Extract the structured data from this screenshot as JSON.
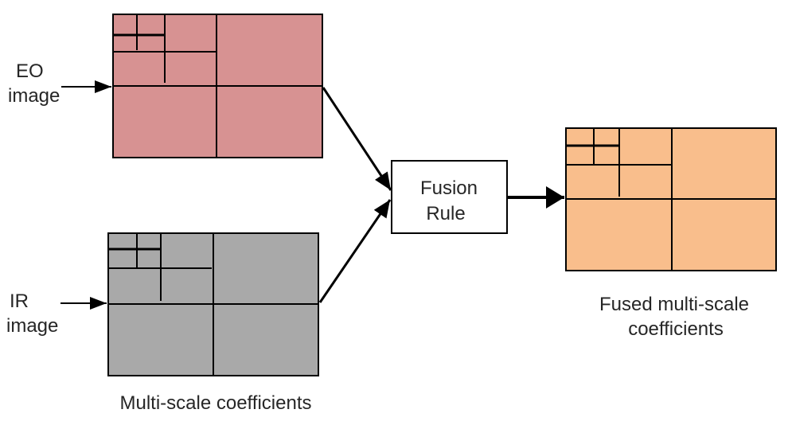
{
  "colors": {
    "background": "#ffffff",
    "eo_box_fill": "#d79292",
    "ir_box_fill": "#a9a9a9",
    "fused_box_fill": "#f9be8c",
    "fusion_box_fill": "#ffffff",
    "line": "#000000",
    "text": "#262626"
  },
  "labels": {
    "eo_input": {
      "line1": "EO",
      "line2": "image"
    },
    "ir_input": {
      "line1": "IR",
      "line2": "image"
    },
    "fusion_box": {
      "line1": "Fusion",
      "line2": "Rule"
    },
    "multiscale_caption": "Multi-scale coefficients",
    "fused_caption": {
      "line1": "Fused multi-scale",
      "line2": "coefficients"
    }
  }
}
